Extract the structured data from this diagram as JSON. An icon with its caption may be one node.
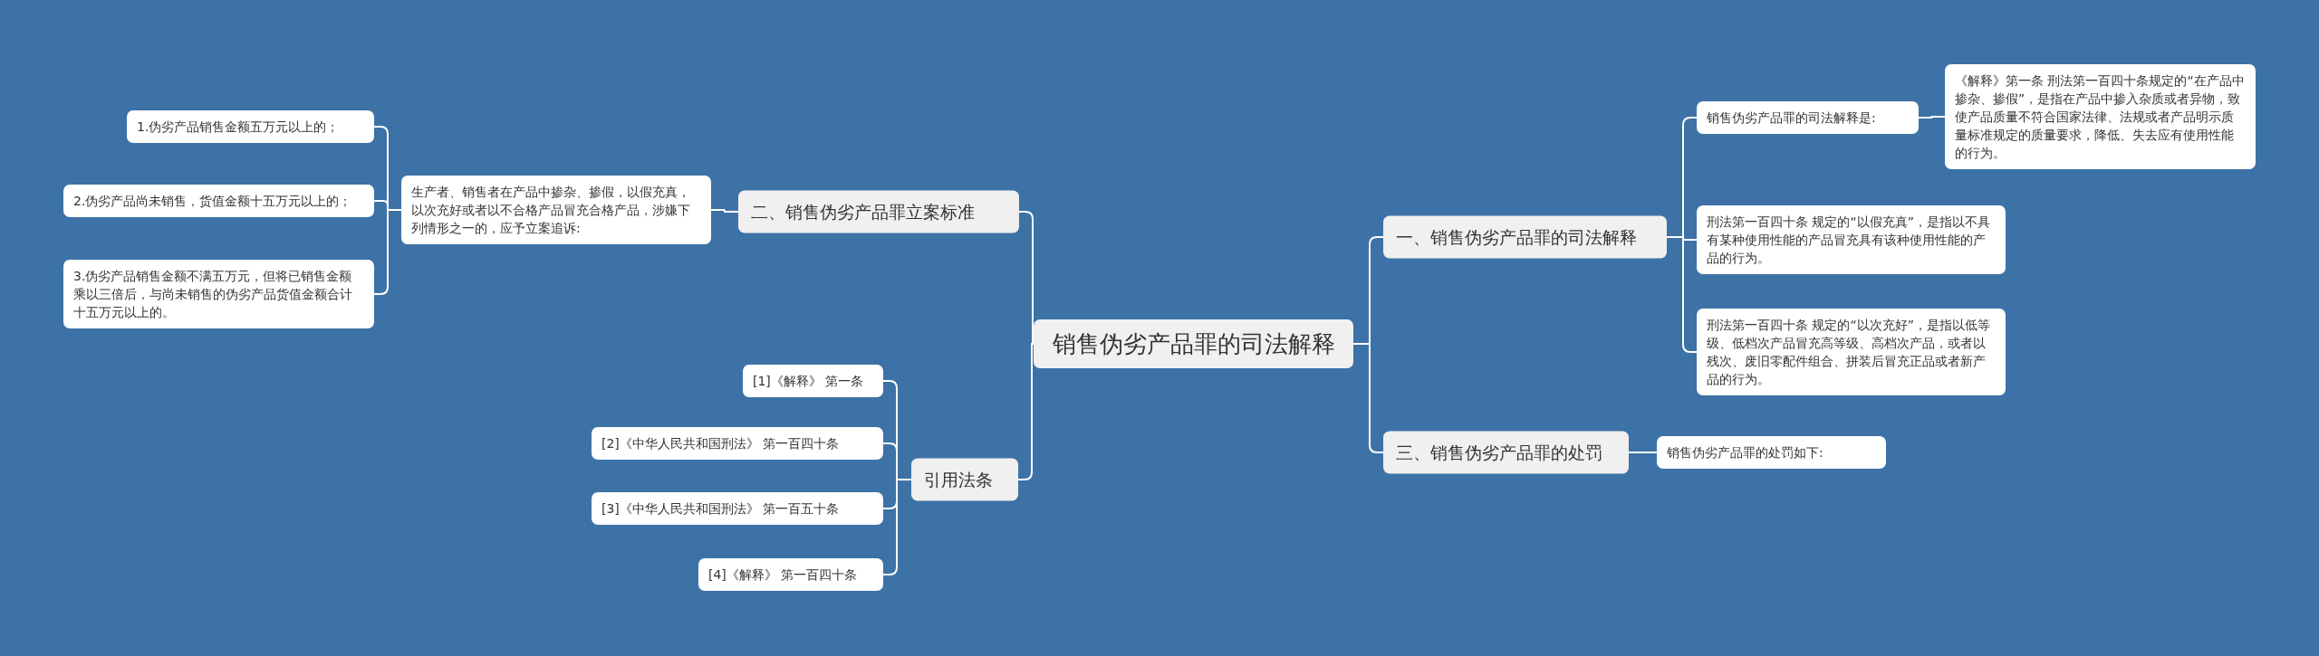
{
  "diagram": {
    "nodes": [
      {
        "text": [
          "销售伪劣产品罪的司法解释"
        ]
      },
      {
        "text": [
          "一、销售伪劣产品罪的司法解释"
        ]
      },
      {
        "text": [
          "销售伪劣产品罪的司法解释是:"
        ]
      },
      {
        "text": [
          "《解释》第一条 刑法第一百四十条规定的“在产品中掺杂、掺假”，是指在产品中掺入杂质或者异物，致使产品质量不符合国家法律、法规或者产品明示质量标准规定的质量要求，降低、失去应有使用性能的行为。"
        ]
      },
      {
        "text": [
          "刑法第一百四十条 规定的“以假充真”，是指以不具有某种使用性能的产品冒充具有该种使用性能的产品的行为。"
        ]
      },
      {
        "text": [
          "刑法第一百四十条 规定的“以次充好”，是指以低等级、低档次产品冒充高等级、高档次产品，或者以残次、废旧零配件组合、拼装后冒充正品或者新产品的行为。"
        ]
      },
      {
        "text": [
          "三、销售伪劣产品罪的处罚"
        ]
      },
      {
        "text": [
          "销售伪劣产品罪的处罚如下:"
        ]
      },
      {
        "text": [
          "二、销售伪劣产品罪立案标准"
        ]
      },
      {
        "text": [
          "生产者、销售者在产品中掺杂、掺假，以假充真，以次充好或者以不合格产品冒充合格产品，涉嫌下列情形之一的，应予立案追诉:"
        ]
      },
      {
        "text": [
          "1.伪劣产品销售金额五万元以上的；"
        ]
      },
      {
        "text": [
          "2.伪劣产品尚未销售，货值金额十五万元以上的；"
        ]
      },
      {
        "text": [
          "3.伪劣产品销售金额不满五万元，但将已销售金额乘以三倍后，与尚未销售的伪劣产品货值金额合计十五万元以上的。"
        ]
      },
      {
        "text": [
          "引用法条"
        ]
      },
      {
        "text": [
          "[1]《解释》 第一条"
        ]
      },
      {
        "text": [
          "[2]《中华人民共和国刑法》 第一百四十条"
        ]
      },
      {
        "text": [
          "[3]《中华人民共和国刑法》 第一百五十条"
        ]
      },
      {
        "text": [
          "[4]《解释》 第一百四十条"
        ]
      }
    ],
    "edges": [
      {
        "from": 0,
        "to": 1,
        "arrow": "none"
      },
      {
        "from": 1,
        "to": 2,
        "arrow": "none"
      },
      {
        "from": 2,
        "to": 3,
        "arrow": "none"
      },
      {
        "from": 1,
        "to": 4,
        "arrow": "none"
      },
      {
        "from": 1,
        "to": 5,
        "arrow": "none"
      },
      {
        "from": 0,
        "to": 6,
        "arrow": "none"
      },
      {
        "from": 6,
        "to": 7,
        "arrow": "none"
      },
      {
        "from": 0,
        "to": 8,
        "arrow": "none"
      },
      {
        "from": 8,
        "to": 9,
        "arrow": "none"
      },
      {
        "from": 9,
        "to": 10,
        "arrow": "none"
      },
      {
        "from": 9,
        "to": 11,
        "arrow": "none"
      },
      {
        "from": 9,
        "to": 12,
        "arrow": "none"
      },
      {
        "from": 0,
        "to": 13,
        "arrow": "none"
      },
      {
        "from": 13,
        "to": 14,
        "arrow": "none"
      },
      {
        "from": 13,
        "to": 15,
        "arrow": "none"
      },
      {
        "from": 13,
        "to": 16,
        "arrow": "none"
      },
      {
        "from": 13,
        "to": 17,
        "arrow": "none"
      }
    ]
  }
}
